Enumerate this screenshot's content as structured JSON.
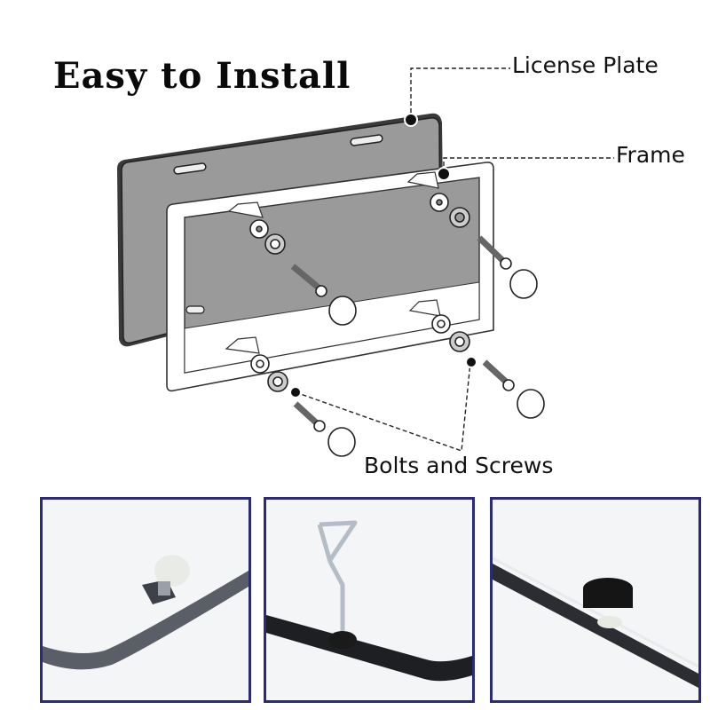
{
  "title": "Easy to Install",
  "callouts": {
    "license_plate": "License Plate",
    "frame": "Frame",
    "bolts": "Bolts and Screws"
  },
  "colors": {
    "plate_fill": "#9a9a9a",
    "frame_fill": "#ffffff",
    "outline": "#222222",
    "photo_border": "#2c2a78",
    "photo_bg": "#f4f5f7"
  },
  "photos": [
    {
      "name": "nut-insert-closeup",
      "subject": "frame corner with threaded insert"
    },
    {
      "name": "screwdriver-tool-closeup",
      "subject": "wire key tool in frame screw"
    },
    {
      "name": "screw-cap-closeup",
      "subject": "black screw cap on frame"
    }
  ]
}
